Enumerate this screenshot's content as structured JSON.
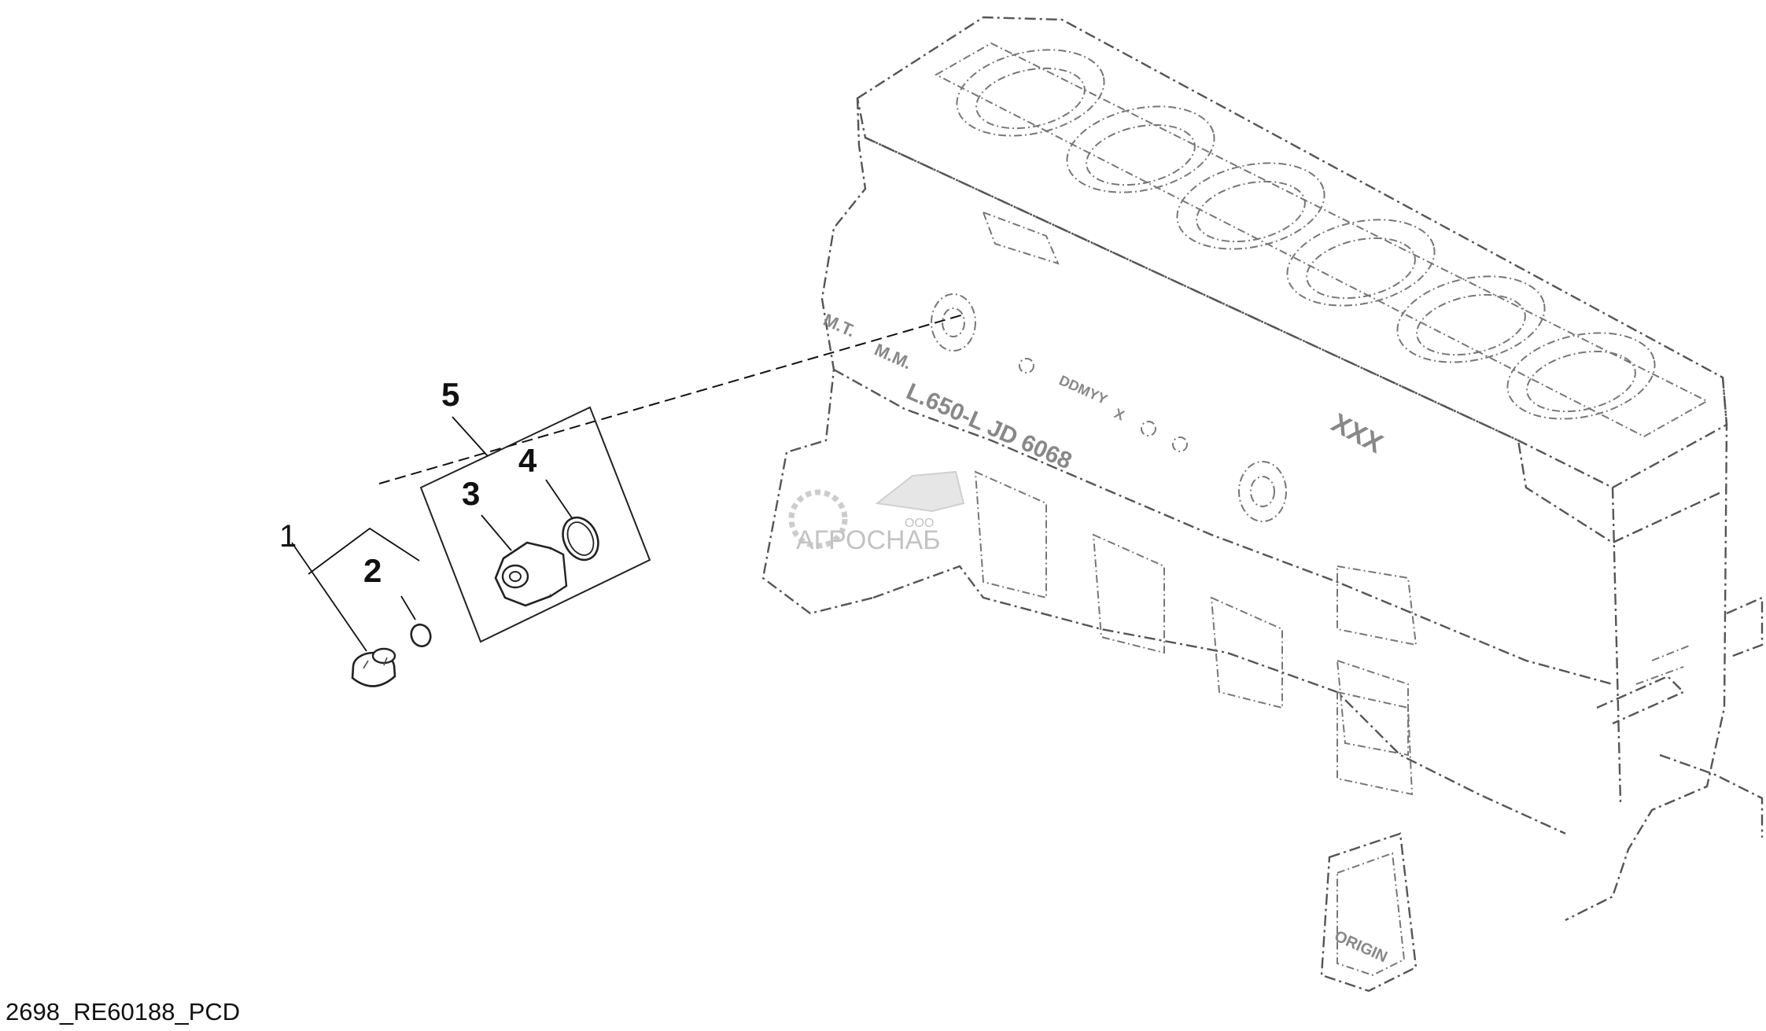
{
  "callouts": {
    "plug": "1",
    "plug_ring": "2",
    "fitting": "3",
    "fitting_ring": "4",
    "kit": "5"
  },
  "block_markings": {
    "left_end_a": "M.T.",
    "left_end_b": "M.M.",
    "dummy": "DDMYY",
    "x_mark": "X",
    "model": "L.650-L JD 6068",
    "xxx": "XXX",
    "origin": "ORIGIN"
  },
  "watermark": {
    "small": "ООО",
    "brand": "АГРОСНАБ"
  },
  "caption": "2698_RE60188_PCD",
  "colors": {
    "line": "#222222",
    "dashed_line": "#555555",
    "watermark": "#b9b9b9",
    "background": "#ffffff"
  }
}
